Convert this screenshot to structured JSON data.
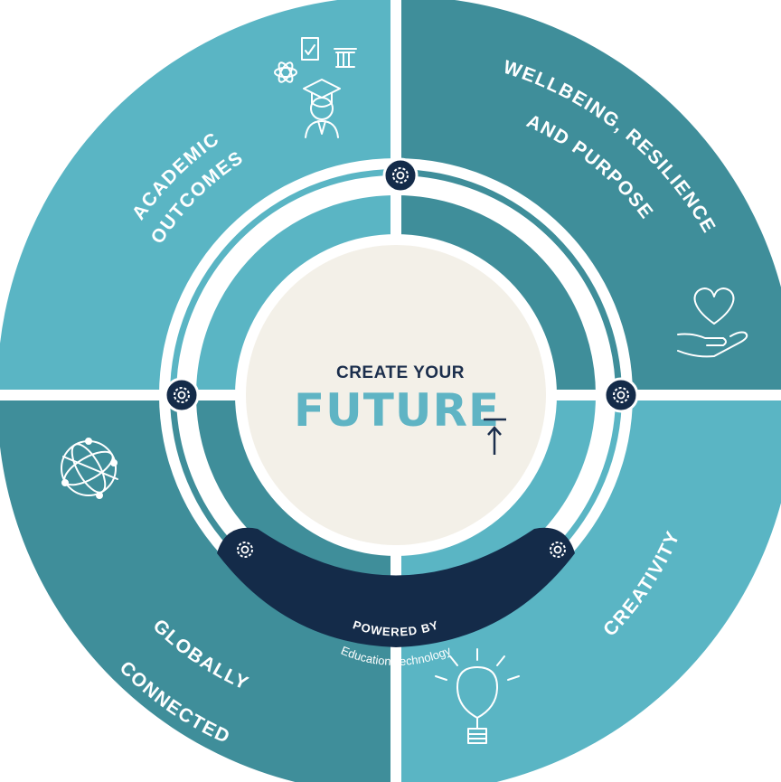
{
  "segments": {
    "top_left": {
      "line1": "ACADEMIC",
      "line2": "OUTCOMES",
      "color": "#5ab5c4",
      "icon": "graduate-student-icon"
    },
    "top_right": {
      "line1": "WELLBEING, RESILIENCE",
      "line2": "AND PURPOSE",
      "color": "#3f8e9a",
      "icon": "heart-in-hand-icon"
    },
    "bottom_left": {
      "line1": "GLOBALLY",
      "line2": "CONNECTED",
      "color": "#3f8e9a",
      "icon": "network-globe-icon"
    },
    "bottom_right": {
      "line1": "CREATIVITY",
      "color": "#5ab5c4",
      "icon": "lightbulb-icon"
    }
  },
  "center": {
    "line1": "CREATE YOUR",
    "line2": "FUTUR",
    "line2_last": "E",
    "color_bg": "#f3f0e8",
    "color_text": "#1b2e4c",
    "color_accent": "#5fb4c4"
  },
  "band": {
    "title": "POWERED BY",
    "subtitle": "Education Technology",
    "color": "#142b49"
  },
  "gear_icon": "gear-icon"
}
